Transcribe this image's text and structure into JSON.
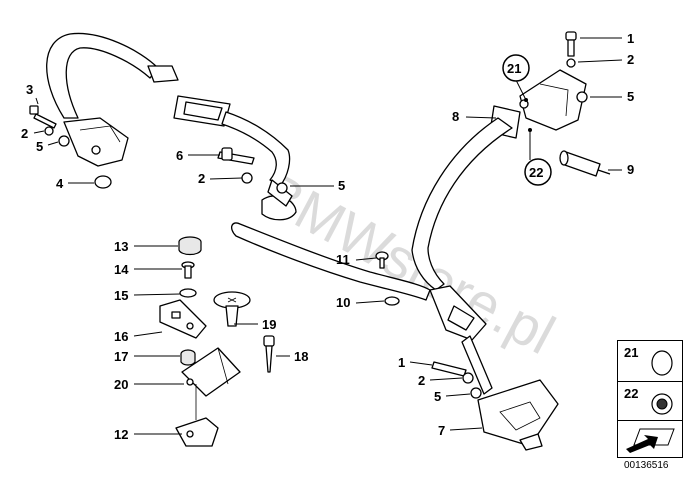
{
  "diagram": {
    "watermark": "BMWstore.pl",
    "doc_id": "00136516",
    "callouts": [
      {
        "id": "c1a",
        "text": "1"
      },
      {
        "id": "c2a",
        "text": "2"
      },
      {
        "id": "c5a",
        "text": "5"
      },
      {
        "id": "c8",
        "text": "8"
      },
      {
        "id": "c21",
        "text": "21"
      },
      {
        "id": "c22",
        "text": "22"
      },
      {
        "id": "c9",
        "text": "9"
      },
      {
        "id": "c3",
        "text": "3"
      },
      {
        "id": "c2b",
        "text": "2"
      },
      {
        "id": "c5b",
        "text": "5"
      },
      {
        "id": "c4",
        "text": "4"
      },
      {
        "id": "c6",
        "text": "6"
      },
      {
        "id": "c2c",
        "text": "2"
      },
      {
        "id": "c5c",
        "text": "5"
      },
      {
        "id": "c11",
        "text": "11"
      },
      {
        "id": "c10",
        "text": "10"
      },
      {
        "id": "c13",
        "text": "13"
      },
      {
        "id": "c14",
        "text": "14"
      },
      {
        "id": "c15",
        "text": "15"
      },
      {
        "id": "c16",
        "text": "16"
      },
      {
        "id": "c17",
        "text": "17"
      },
      {
        "id": "c19",
        "text": "19"
      },
      {
        "id": "c18",
        "text": "18"
      },
      {
        "id": "c20",
        "text": "20"
      },
      {
        "id": "c12",
        "text": "12"
      },
      {
        "id": "c1b",
        "text": "1"
      },
      {
        "id": "c2d",
        "text": "2"
      },
      {
        "id": "c5d",
        "text": "5"
      },
      {
        "id": "c7",
        "text": "7"
      }
    ],
    "legend": [
      {
        "text": "21"
      },
      {
        "text": "22"
      }
    ]
  }
}
